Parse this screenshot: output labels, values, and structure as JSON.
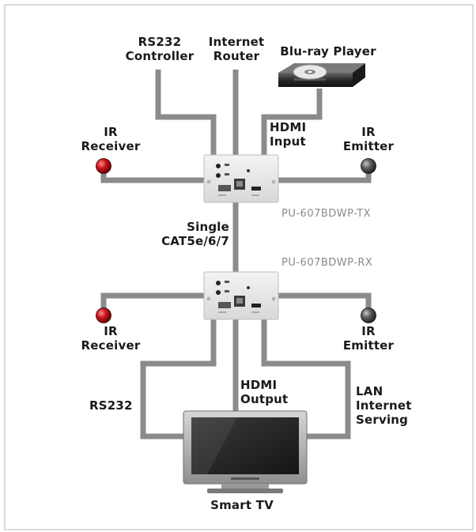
{
  "labels": {
    "rs232_controller": [
      "RS232",
      "Controller"
    ],
    "internet_router": [
      "Internet",
      "Router"
    ],
    "bluray_player": "Blu-ray Player",
    "hdmi_input": [
      "HDMI",
      "Input"
    ],
    "ir_receiver_top": [
      "IR",
      "Receiver"
    ],
    "ir_emitter_top": [
      "IR",
      "Emitter"
    ],
    "tx_model": "PU-607BDWP-TX",
    "single_cat": [
      "Single",
      "CAT5e/6/7"
    ],
    "rx_model": "PU-607BDWP-RX",
    "ir_receiver_bottom": [
      "IR",
      "Receiver"
    ],
    "ir_emitter_bottom": [
      "IR",
      "Emitter"
    ],
    "hdmi_output": [
      "HDMI",
      "Output"
    ],
    "rs232": "RS232",
    "lan": [
      "LAN",
      "Internet",
      "Serving"
    ],
    "smart_tv": "Smart TV"
  },
  "colors": {
    "cable": "#8b8b8b",
    "ir_receiver": "#b0161b",
    "ir_emitter": "#4a4a4a",
    "device_body": "#e9e9e9",
    "frame_border": "#cfcfcf"
  },
  "icons": {
    "ir_receiver": "red-ball-sensor",
    "ir_emitter": "dark-ball-emitter",
    "bluray": "disc-player",
    "tv": "flat-screen-tv"
  }
}
